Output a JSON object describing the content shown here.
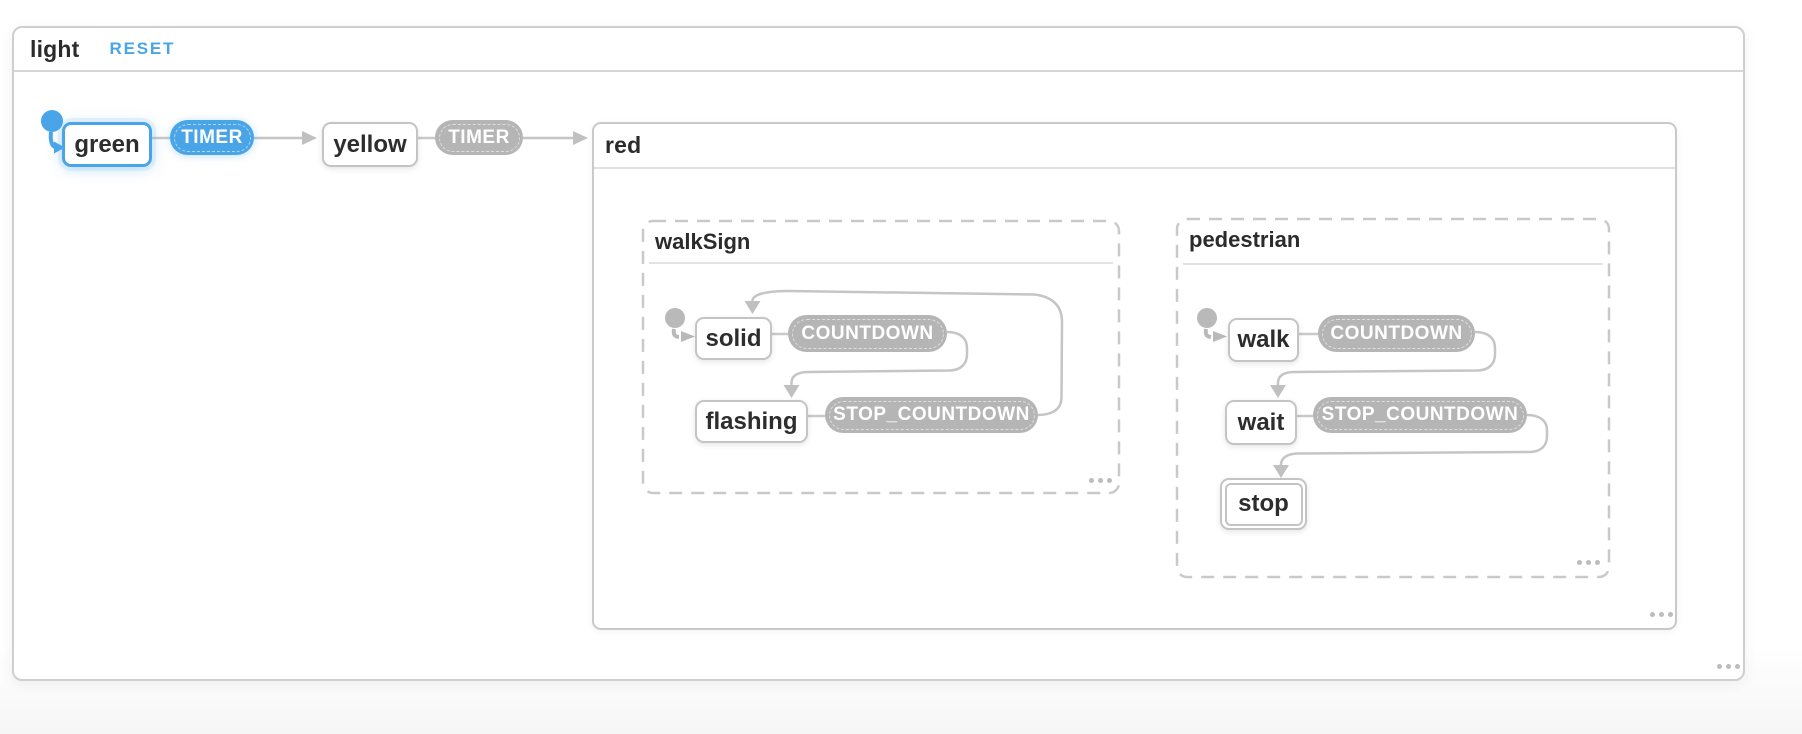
{
  "colors": {
    "accent_blue": "#4aa5e8",
    "pill_gray": "#b5b5b5",
    "stroke_gray": "#c5c5c5",
    "text_dark": "#2d2d2d"
  },
  "machine": {
    "title": "light",
    "reset_button": "RESET",
    "events": {
      "timer_from_green": "TIMER",
      "timer_from_yellow": "TIMER"
    },
    "states": {
      "green": {
        "label": "green"
      },
      "yellow": {
        "label": "yellow"
      },
      "red": {
        "label": "red",
        "regions": {
          "walkSign": {
            "label": "walkSign",
            "states": {
              "solid": {
                "label": "solid"
              },
              "flashing": {
                "label": "flashing"
              }
            },
            "events": {
              "countdown": "COUNTDOWN",
              "stop_countdown": "STOP_COUNTDOWN"
            }
          },
          "pedestrian": {
            "label": "pedestrian",
            "states": {
              "walk": {
                "label": "walk"
              },
              "wait": {
                "label": "wait"
              },
              "stop": {
                "label": "stop"
              }
            },
            "events": {
              "countdown": "COUNTDOWN",
              "stop_countdown": "STOP_COUNTDOWN"
            }
          }
        }
      }
    }
  }
}
